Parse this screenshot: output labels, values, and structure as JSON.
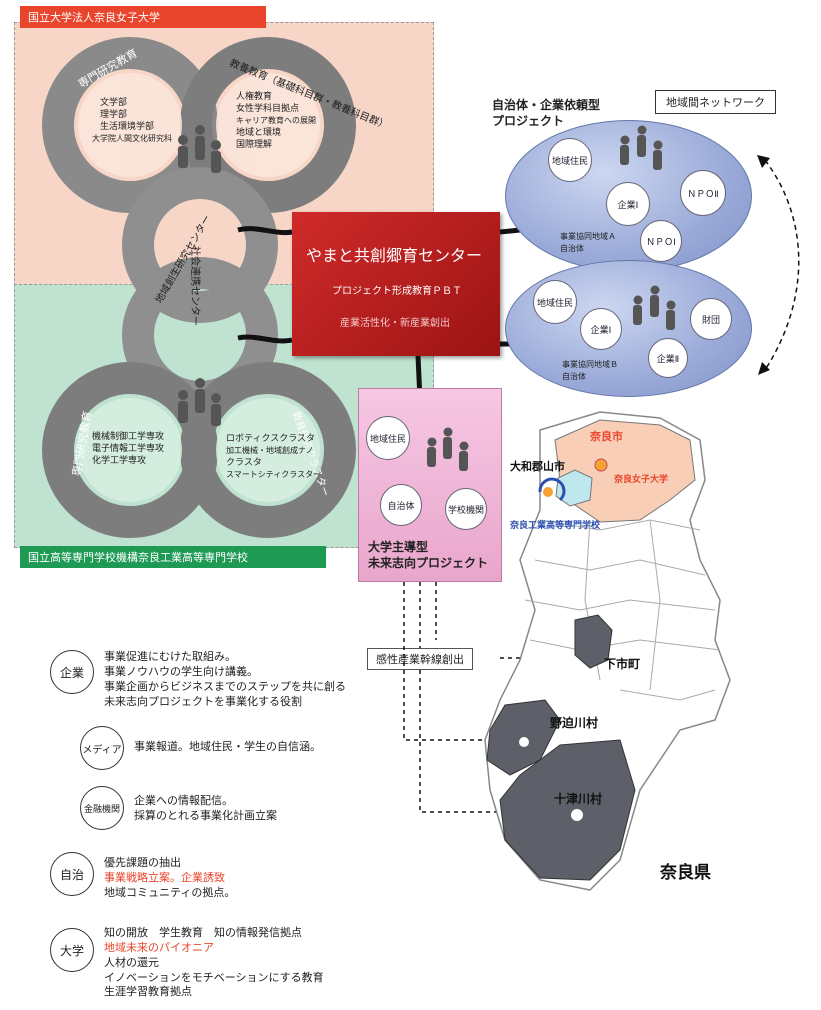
{
  "university": {
    "header": "国立大学法人奈良女子大学",
    "ring_specialized": {
      "title": "専門研究教育",
      "items": [
        "文学部",
        "理学部",
        "生活環境学部",
        "大学院人間文化研究科"
      ]
    },
    "ring_liberal": {
      "title": "教養教育（基礎科目群・教養科目群）",
      "items": [
        "人権教育",
        "女性学科目拠点",
        "キャリア教育への展開",
        "地域と環境",
        "国際理解"
      ]
    }
  },
  "tech_college": {
    "footer": "国立高等専門学校機構奈良工業高等専門学校",
    "ring_specialized": {
      "title": "専門研究教育",
      "items": [
        "機械制御工学専攻",
        "電子情報工学専攻",
        "化学工学専攻"
      ]
    },
    "ring_cluster": {
      "title": "教育研究クラスター",
      "items": [
        "ロボティクスクラスタ",
        "加工機械・地域創成ナノ",
        "クラスタ",
        "スマートシティクラスター"
      ]
    }
  },
  "connector_rings": {
    "upper": "社会連携センター",
    "lower": "地域創生研究センター"
  },
  "center": {
    "title": "やまと共創郷育センター",
    "line1": "プロジェクト形成教育ＰＢＴ",
    "line2": "産業活性化・新産業創出"
  },
  "municipal_project": {
    "title_line1": "自治体・企業依頼型",
    "title_line2": "プロジェクト",
    "upper_nodes": [
      "地域住民",
      "企業Ⅰ",
      "ＮＰＯⅡ",
      "ＮＰＯⅠ"
    ],
    "upper_note_line1": "事業協同地域Ａ",
    "upper_note_line2": "自治体",
    "lower_nodes": [
      "地域住民",
      "企業Ⅰ",
      "財団",
      "企業Ⅱ"
    ],
    "lower_note_line1": "事業協同地域Ｂ",
    "lower_note_line2": "自治体"
  },
  "network_label": "地域間ネットワーク",
  "university_project": {
    "nodes": [
      "地域住民",
      "自治体",
      "学校機関"
    ],
    "title_line1": "大学主導型",
    "title_line2": "未来志向プロジェクト"
  },
  "pipeline_label": "感性産業幹線創出",
  "map": {
    "nara_city": "奈良市",
    "yamatokoriyama": "大和郡山市",
    "nara_womens_univ": "奈良女子大学",
    "nara_kosen": "奈良工業高等専門学校",
    "shimoichi": "下市町",
    "nosegawa": "野迫川村",
    "totsukawa": "十津川村",
    "prefecture": "奈良県"
  },
  "legend": [
    {
      "label": "企業",
      "lines": [
        "事業促進にむけた取組み。",
        "事業ノウハウの学生向け講義。",
        "事業企画からビジネスまでのステップを共に創る",
        "未来志向プロジェクトを事業化する役割"
      ]
    },
    {
      "label": "メディア",
      "lines": [
        "事業報道。地域住民・学生の自信涵。"
      ]
    },
    {
      "label": "金融機関",
      "lines": [
        "企業への情報配信。",
        "採算のとれる事業化計画立案"
      ]
    },
    {
      "label": "自治",
      "lines": [
        "優先課題の抽出",
        "事業戦略立案。企業誘致",
        "地域コミュニティの拠点。"
      ],
      "highlight_index": 1
    },
    {
      "label": "大学",
      "lines": [
        "知の開放　学生教育　知の情報発信拠点",
        "地域未来のパイオニア",
        "人材の還元",
        "イノベーションをモチベーションにする教育",
        "生涯学習教育拠点"
      ],
      "highlight_index": 1
    }
  ],
  "colors": {
    "univ_bg": "#f7d6c8",
    "kosen_bg": "#bfe3d0",
    "header_red": "#e8452c",
    "footer_green": "#1f9a55",
    "center_red": "#c41f1f",
    "pink_box": "#f0b5d8",
    "ellipse_blue": "#9aaad8",
    "map_highlight": "#f8cfb6",
    "map_dark": "#5d6068"
  }
}
